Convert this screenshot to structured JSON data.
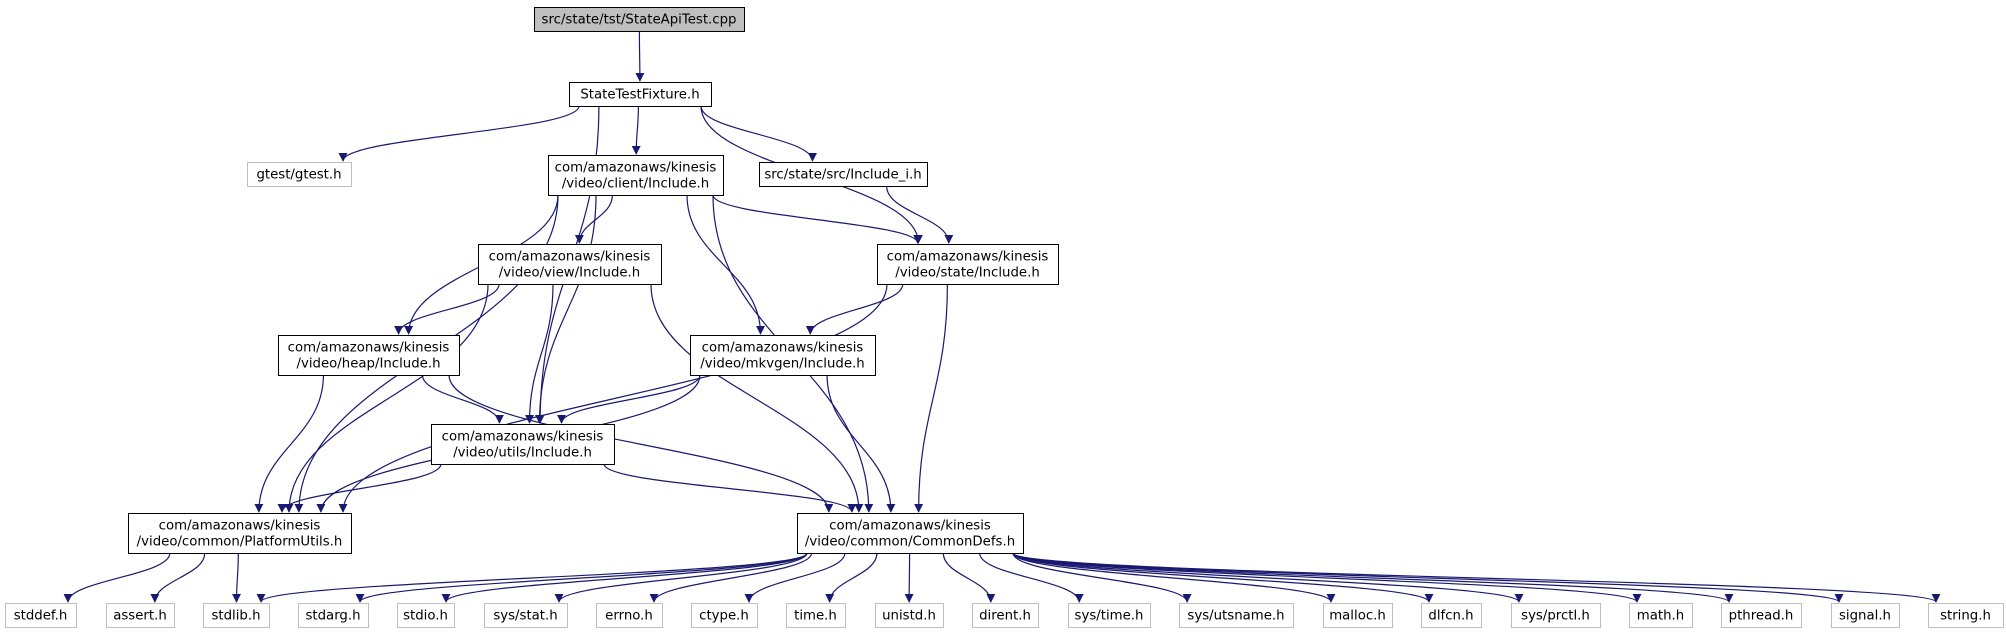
{
  "colors": {
    "edge": "#191970",
    "root_fill": "#bfbfbf",
    "node_border": "#000000",
    "external_border": "#bfbfbf",
    "background": "#ffffff"
  },
  "nodes": [
    {
      "id": "root",
      "kind": "root",
      "lines": [
        "src/state/tst/StateApiTest.cpp"
      ]
    },
    {
      "id": "fixture",
      "kind": "internal",
      "lines": [
        "StateTestFixture.h"
      ]
    },
    {
      "id": "gtest",
      "kind": "external",
      "lines": [
        "gtest/gtest.h"
      ]
    },
    {
      "id": "client",
      "kind": "internal",
      "lines": [
        "com/amazonaws/kinesis",
        "/video/client/Include.h"
      ]
    },
    {
      "id": "include_i",
      "kind": "internal",
      "lines": [
        "src/state/src/Include_i.h"
      ]
    },
    {
      "id": "view",
      "kind": "internal",
      "lines": [
        "com/amazonaws/kinesis",
        "/video/view/Include.h"
      ]
    },
    {
      "id": "state",
      "kind": "internal",
      "lines": [
        "com/amazonaws/kinesis",
        "/video/state/Include.h"
      ]
    },
    {
      "id": "heap",
      "kind": "internal",
      "lines": [
        "com/amazonaws/kinesis",
        "/video/heap/Include.h"
      ]
    },
    {
      "id": "mkvgen",
      "kind": "internal",
      "lines": [
        "com/amazonaws/kinesis",
        "/video/mkvgen/Include.h"
      ]
    },
    {
      "id": "utils",
      "kind": "internal",
      "lines": [
        "com/amazonaws/kinesis",
        "/video/utils/Include.h"
      ]
    },
    {
      "id": "platform",
      "kind": "internal",
      "lines": [
        "com/amazonaws/kinesis",
        "/video/common/PlatformUtils.h"
      ]
    },
    {
      "id": "commondefs",
      "kind": "internal",
      "lines": [
        "com/amazonaws/kinesis",
        "/video/common/CommonDefs.h"
      ]
    },
    {
      "id": "stddef",
      "kind": "external",
      "lines": [
        "stddef.h"
      ]
    },
    {
      "id": "assert",
      "kind": "external",
      "lines": [
        "assert.h"
      ]
    },
    {
      "id": "stdlib",
      "kind": "external",
      "lines": [
        "stdlib.h"
      ]
    },
    {
      "id": "stdarg",
      "kind": "external",
      "lines": [
        "stdarg.h"
      ]
    },
    {
      "id": "stdio",
      "kind": "external",
      "lines": [
        "stdio.h"
      ]
    },
    {
      "id": "sysstat",
      "kind": "external",
      "lines": [
        "sys/stat.h"
      ]
    },
    {
      "id": "errno",
      "kind": "external",
      "lines": [
        "errno.h"
      ]
    },
    {
      "id": "ctype",
      "kind": "external",
      "lines": [
        "ctype.h"
      ]
    },
    {
      "id": "time",
      "kind": "external",
      "lines": [
        "time.h"
      ]
    },
    {
      "id": "unistd",
      "kind": "external",
      "lines": [
        "unistd.h"
      ]
    },
    {
      "id": "dirent",
      "kind": "external",
      "lines": [
        "dirent.h"
      ]
    },
    {
      "id": "systime",
      "kind": "external",
      "lines": [
        "sys/time.h"
      ]
    },
    {
      "id": "sysutsname",
      "kind": "external",
      "lines": [
        "sys/utsname.h"
      ]
    },
    {
      "id": "malloc",
      "kind": "external",
      "lines": [
        "malloc.h"
      ]
    },
    {
      "id": "dlfcn",
      "kind": "external",
      "lines": [
        "dlfcn.h"
      ]
    },
    {
      "id": "sysprctl",
      "kind": "external",
      "lines": [
        "sys/prctl.h"
      ]
    },
    {
      "id": "math",
      "kind": "external",
      "lines": [
        "math.h"
      ]
    },
    {
      "id": "pthread",
      "kind": "external",
      "lines": [
        "pthread.h"
      ]
    },
    {
      "id": "signal",
      "kind": "external",
      "lines": [
        "signal.h"
      ]
    },
    {
      "id": "string",
      "kind": "external",
      "lines": [
        "string.h"
      ]
    }
  ],
  "edges": [
    [
      "root",
      "fixture"
    ],
    [
      "fixture",
      "gtest"
    ],
    [
      "fixture",
      "client"
    ],
    [
      "fixture",
      "include_i"
    ],
    [
      "fixture",
      "state"
    ],
    [
      "fixture",
      "utils"
    ],
    [
      "client",
      "view"
    ],
    [
      "client",
      "state"
    ],
    [
      "client",
      "heap"
    ],
    [
      "client",
      "mkvgen"
    ],
    [
      "client",
      "utils"
    ],
    [
      "client",
      "platform"
    ],
    [
      "client",
      "commondefs"
    ],
    [
      "include_i",
      "state"
    ],
    [
      "view",
      "heap"
    ],
    [
      "view",
      "utils"
    ],
    [
      "view",
      "platform"
    ],
    [
      "view",
      "commondefs"
    ],
    [
      "state",
      "mkvgen"
    ],
    [
      "state",
      "platform"
    ],
    [
      "state",
      "commondefs"
    ],
    [
      "heap",
      "utils"
    ],
    [
      "heap",
      "platform"
    ],
    [
      "heap",
      "commondefs"
    ],
    [
      "mkvgen",
      "utils"
    ],
    [
      "mkvgen",
      "platform"
    ],
    [
      "mkvgen",
      "commondefs"
    ],
    [
      "utils",
      "platform"
    ],
    [
      "utils",
      "commondefs"
    ],
    [
      "platform",
      "stddef"
    ],
    [
      "platform",
      "assert"
    ],
    [
      "platform",
      "stdlib"
    ],
    [
      "commondefs",
      "stdlib"
    ],
    [
      "commondefs",
      "stdarg"
    ],
    [
      "commondefs",
      "stdio"
    ],
    [
      "commondefs",
      "sysstat"
    ],
    [
      "commondefs",
      "errno"
    ],
    [
      "commondefs",
      "ctype"
    ],
    [
      "commondefs",
      "time"
    ],
    [
      "commondefs",
      "unistd"
    ],
    [
      "commondefs",
      "dirent"
    ],
    [
      "commondefs",
      "systime"
    ],
    [
      "commondefs",
      "sysutsname"
    ],
    [
      "commondefs",
      "malloc"
    ],
    [
      "commondefs",
      "dlfcn"
    ],
    [
      "commondefs",
      "sysprctl"
    ],
    [
      "commondefs",
      "math"
    ],
    [
      "commondefs",
      "pthread"
    ],
    [
      "commondefs",
      "signal"
    ],
    [
      "commondefs",
      "string"
    ]
  ]
}
